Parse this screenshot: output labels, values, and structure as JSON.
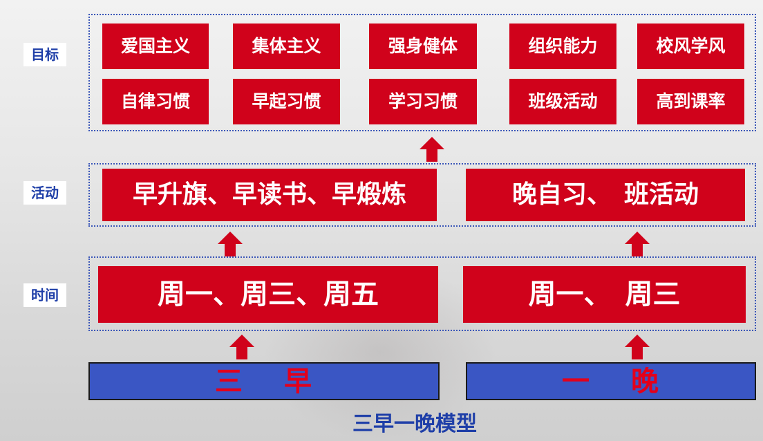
{
  "labels": {
    "goals": "目标",
    "activities": "活动",
    "time": "时间"
  },
  "goals": [
    "爱国主义",
    "集体主义",
    "强身健体",
    "组织能力",
    "校风学风",
    "自律习惯",
    "早起习惯",
    "学习习惯",
    "班级活动",
    "高到课率"
  ],
  "activities": {
    "left": "早升旗、早读书、早煅炼",
    "right": "晚自习、　班活动"
  },
  "time": {
    "left": "周一、周三、周五",
    "right": "周一、　周三"
  },
  "bases": {
    "left": "三　 早",
    "right": "一　 晚"
  },
  "caption": "三早一晚模型",
  "colors": {
    "red": "#d0021b",
    "blue": "#3a56c4",
    "label_text": "#1f3fa8",
    "base_text": "#e3001b"
  }
}
